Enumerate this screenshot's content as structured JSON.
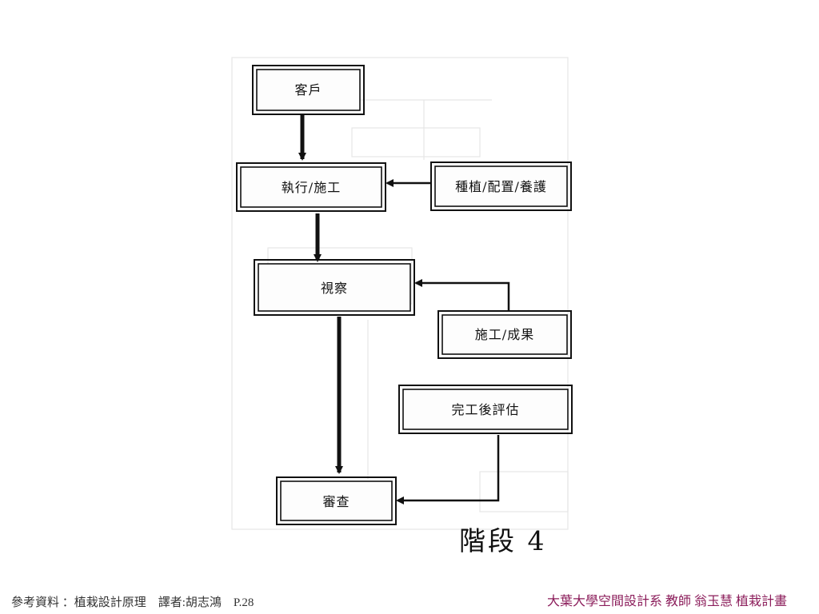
{
  "diagram": {
    "nodes": {
      "client": "客戶",
      "execute": "執行/施工",
      "planting": "種植/配置/養護",
      "inspect": "視察",
      "results": "施工/成果",
      "evaluation": "完工後評估",
      "review": "審查"
    },
    "stage_label": "階段 4"
  },
  "footer": {
    "reference": "參考資料 ：植栽設計原理　譯者:胡志鴻　P.28",
    "credit": "大葉大學空間設計系 教師 翁玉慧 植栽計畫"
  },
  "colors": {
    "ink": "#111111",
    "credit_text": "#8b1c5a"
  }
}
